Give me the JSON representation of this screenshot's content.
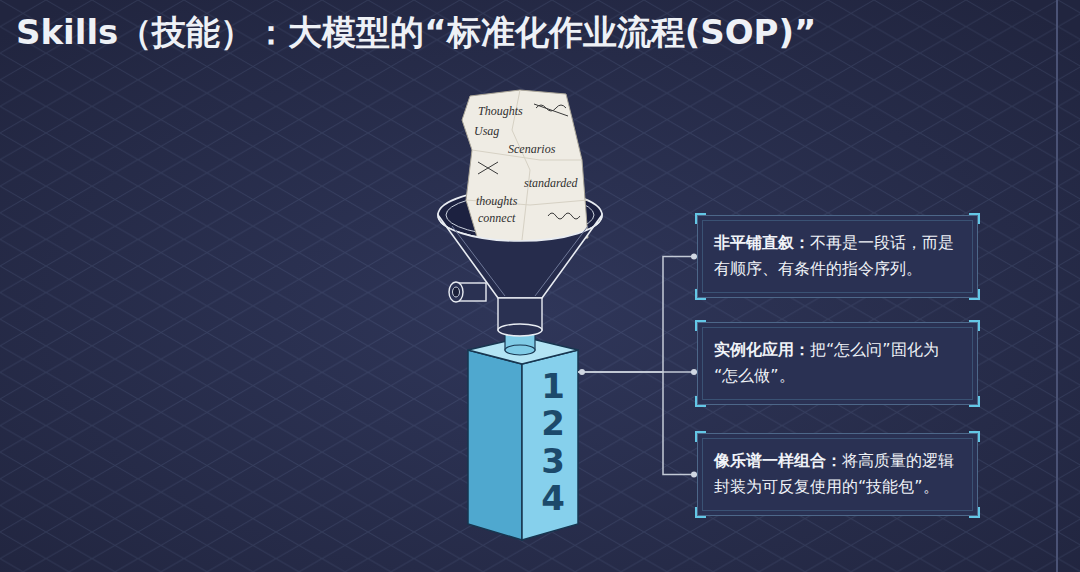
{
  "diagram": {
    "title": "Skills（技能）：大模型的“标准化作业流程(SOP)”",
    "nodes": [
      {
        "text": [
          "1 2 3 4"
        ]
      },
      {
        "text": [
          "非平铺直叙：",
          "不再是一段话，而是有顺序、有条件的指令序列。"
        ]
      },
      {
        "text": [
          "实例化应用：",
          "把“怎么问”固化为“怎么做”。"
        ]
      },
      {
        "text": [
          "像乐谱一样组合：",
          "将高质量的逻辑封装为可反复使用的“技能包”。"
        ]
      }
    ],
    "edges": [
      {
        "from": 0,
        "to": 1,
        "arrow": "none"
      },
      {
        "from": 0,
        "to": 2,
        "arrow": "none"
      },
      {
        "from": 0,
        "to": 3,
        "arrow": "none"
      }
    ],
    "labels": [
      "Thoughts",
      "Usag",
      "Scenarios",
      "standarded",
      "thoughts",
      "connect"
    ]
  }
}
